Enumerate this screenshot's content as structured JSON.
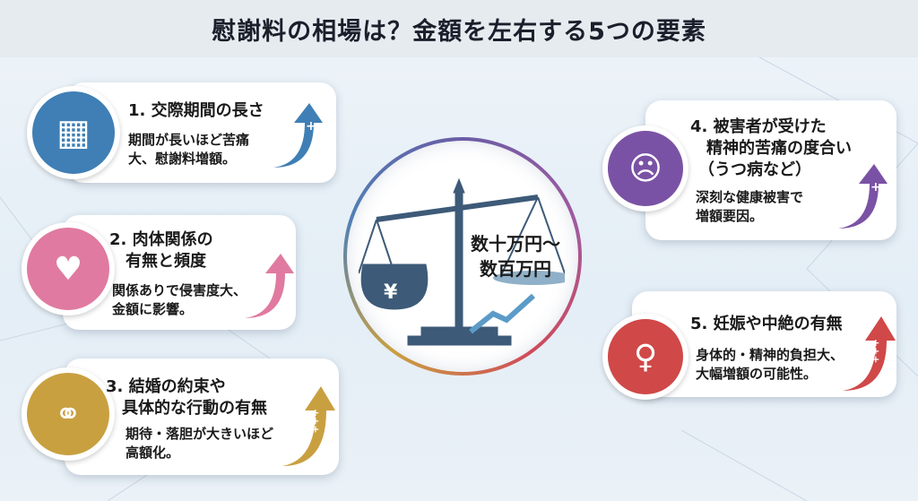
{
  "title": "慰謝料の相場は？金額を左右する5つの要素",
  "center": {
    "amount": "数十万円〜\n数百万円"
  },
  "factors": [
    {
      "title": "1. 交際期間の長さ",
      "desc": "期間が長いほど苦痛\n大、慰謝料増額。",
      "icon": "calendar-clock-icon",
      "color": "#3f7fb5",
      "plus": "+"
    },
    {
      "title": "2. 肉体関係の\n　有無と頻度",
      "desc": "関係ありで侵害度大、\n金額に影響。",
      "icon": "bed-heart-icon",
      "color": "#e07aa0",
      "plus": ""
    },
    {
      "title": "3. 結婚の約束や\n　具体的な行動の有無",
      "desc": "期待・落胆が大きいほど\n高額化。",
      "icon": "rings-icon",
      "color": "#c9a040",
      "plus": "+++"
    },
    {
      "title": "4. 被害者が受けた\n　精神的苦痛の度合い\n　（うつ病など）",
      "desc": "深刻な健康被害で\n増額要因。",
      "icon": "crying-face-broken-heart-icon",
      "color": "#7a52a5",
      "plus": "+"
    },
    {
      "title": "5. 妊娠や中絶の有無",
      "desc": "身体的・精神的負担大、\n大幅増額の可能性。",
      "icon": "pregnant-woman-icon",
      "color": "#d04848",
      "plus": "+++"
    }
  ]
}
